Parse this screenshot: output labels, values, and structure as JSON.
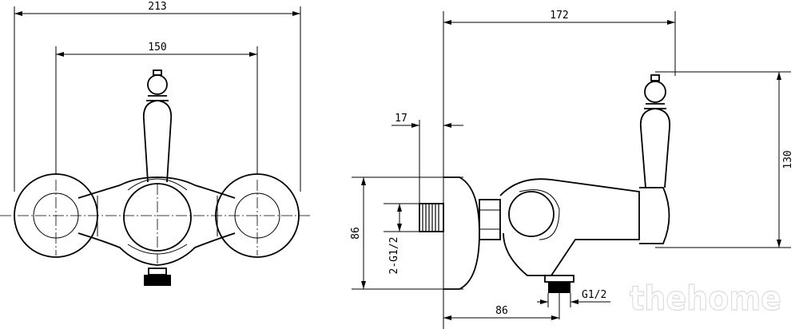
{
  "front_view": {
    "overall_width": "213",
    "inlet_spacing": "150"
  },
  "side_view": {
    "overall_depth": "172",
    "wall_offset": "17",
    "height": "130",
    "body_height": "86",
    "inlet_thread": "2-G1/2",
    "outlet_offset": "86",
    "outlet_thread": "G1/2"
  },
  "watermark": "thehome"
}
